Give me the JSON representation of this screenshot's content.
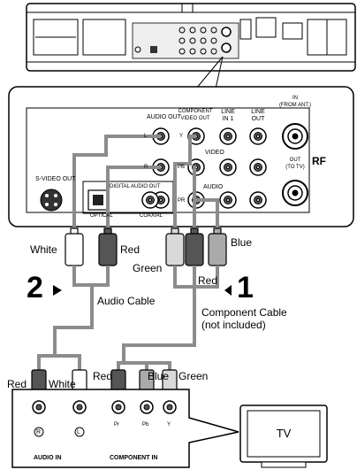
{
  "deck_panel": {
    "audio_out": "AUDIO OUT",
    "component_video_out": [
      "COMPONENT",
      "VIDEO OUT"
    ],
    "line_in_1": [
      "LINE",
      "IN 1"
    ],
    "line_out": [
      "LINE",
      "OUT"
    ],
    "in_from_ant": [
      "IN",
      "(FROM ANT.)"
    ],
    "out_to_tv": [
      "OUT",
      "(TO TV)"
    ],
    "rf": "RF",
    "video": "VIDEO",
    "audio": "AUDIO",
    "s_video_out": "S-VIDEO OUT",
    "digital_audio_out": "DIGITAL AUDIO OUT",
    "optical": "OPTICAL",
    "coaxial": "COAXIAL",
    "jack_l": "L",
    "jack_r": "R",
    "jack_y": "Y",
    "jack_pb": "PB",
    "jack_pr": "PR"
  },
  "cables": {
    "white": "White",
    "red": "Red",
    "blue": "Blue",
    "green": "Green",
    "red_mid": "Red",
    "audio_cable": "Audio Cable",
    "component_cable": [
      "Component Cable",
      "(not included)"
    ],
    "red_tv_audio": "Red",
    "white_tv_audio": "White",
    "red_tv_comp": "Red",
    "blue_tv_comp": "Blue",
    "green_tv_comp": "Green"
  },
  "steps": {
    "step2": "2",
    "step1": "1"
  },
  "tv_panel": {
    "audio_in": "AUDIO IN",
    "component_in": "COMPONENT IN",
    "jack_r": "R",
    "jack_l": "L",
    "jack_pr": "Pr",
    "jack_pb": "Pb",
    "jack_y": "Y"
  },
  "tv": {
    "label": "TV"
  },
  "colors": {
    "red_plug": "#555555",
    "white_plug": "#ffffff",
    "blue_plug": "#aaaaaa",
    "green_plug": "#d9d9d9",
    "cable": "#8c8c8c",
    "outline": "#000000"
  }
}
